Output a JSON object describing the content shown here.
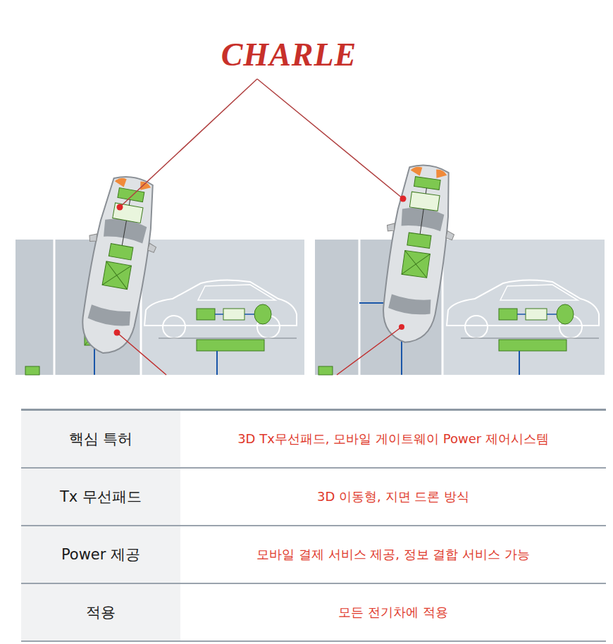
{
  "diagram": {
    "title": "CHARLE",
    "labels": [
      "핵심 특허",
      "3D Tx무선패드, 모바일 게이트웨이 Power 제어시스템",
      "Tx 무선패드",
      "3D 이동형, 지면 드론 방식",
      "Power 제공",
      "모바일 결제 서비스 제공, 정보 결합 서비스 가능",
      "적용",
      "모든 전기차에 적용"
    ]
  }
}
